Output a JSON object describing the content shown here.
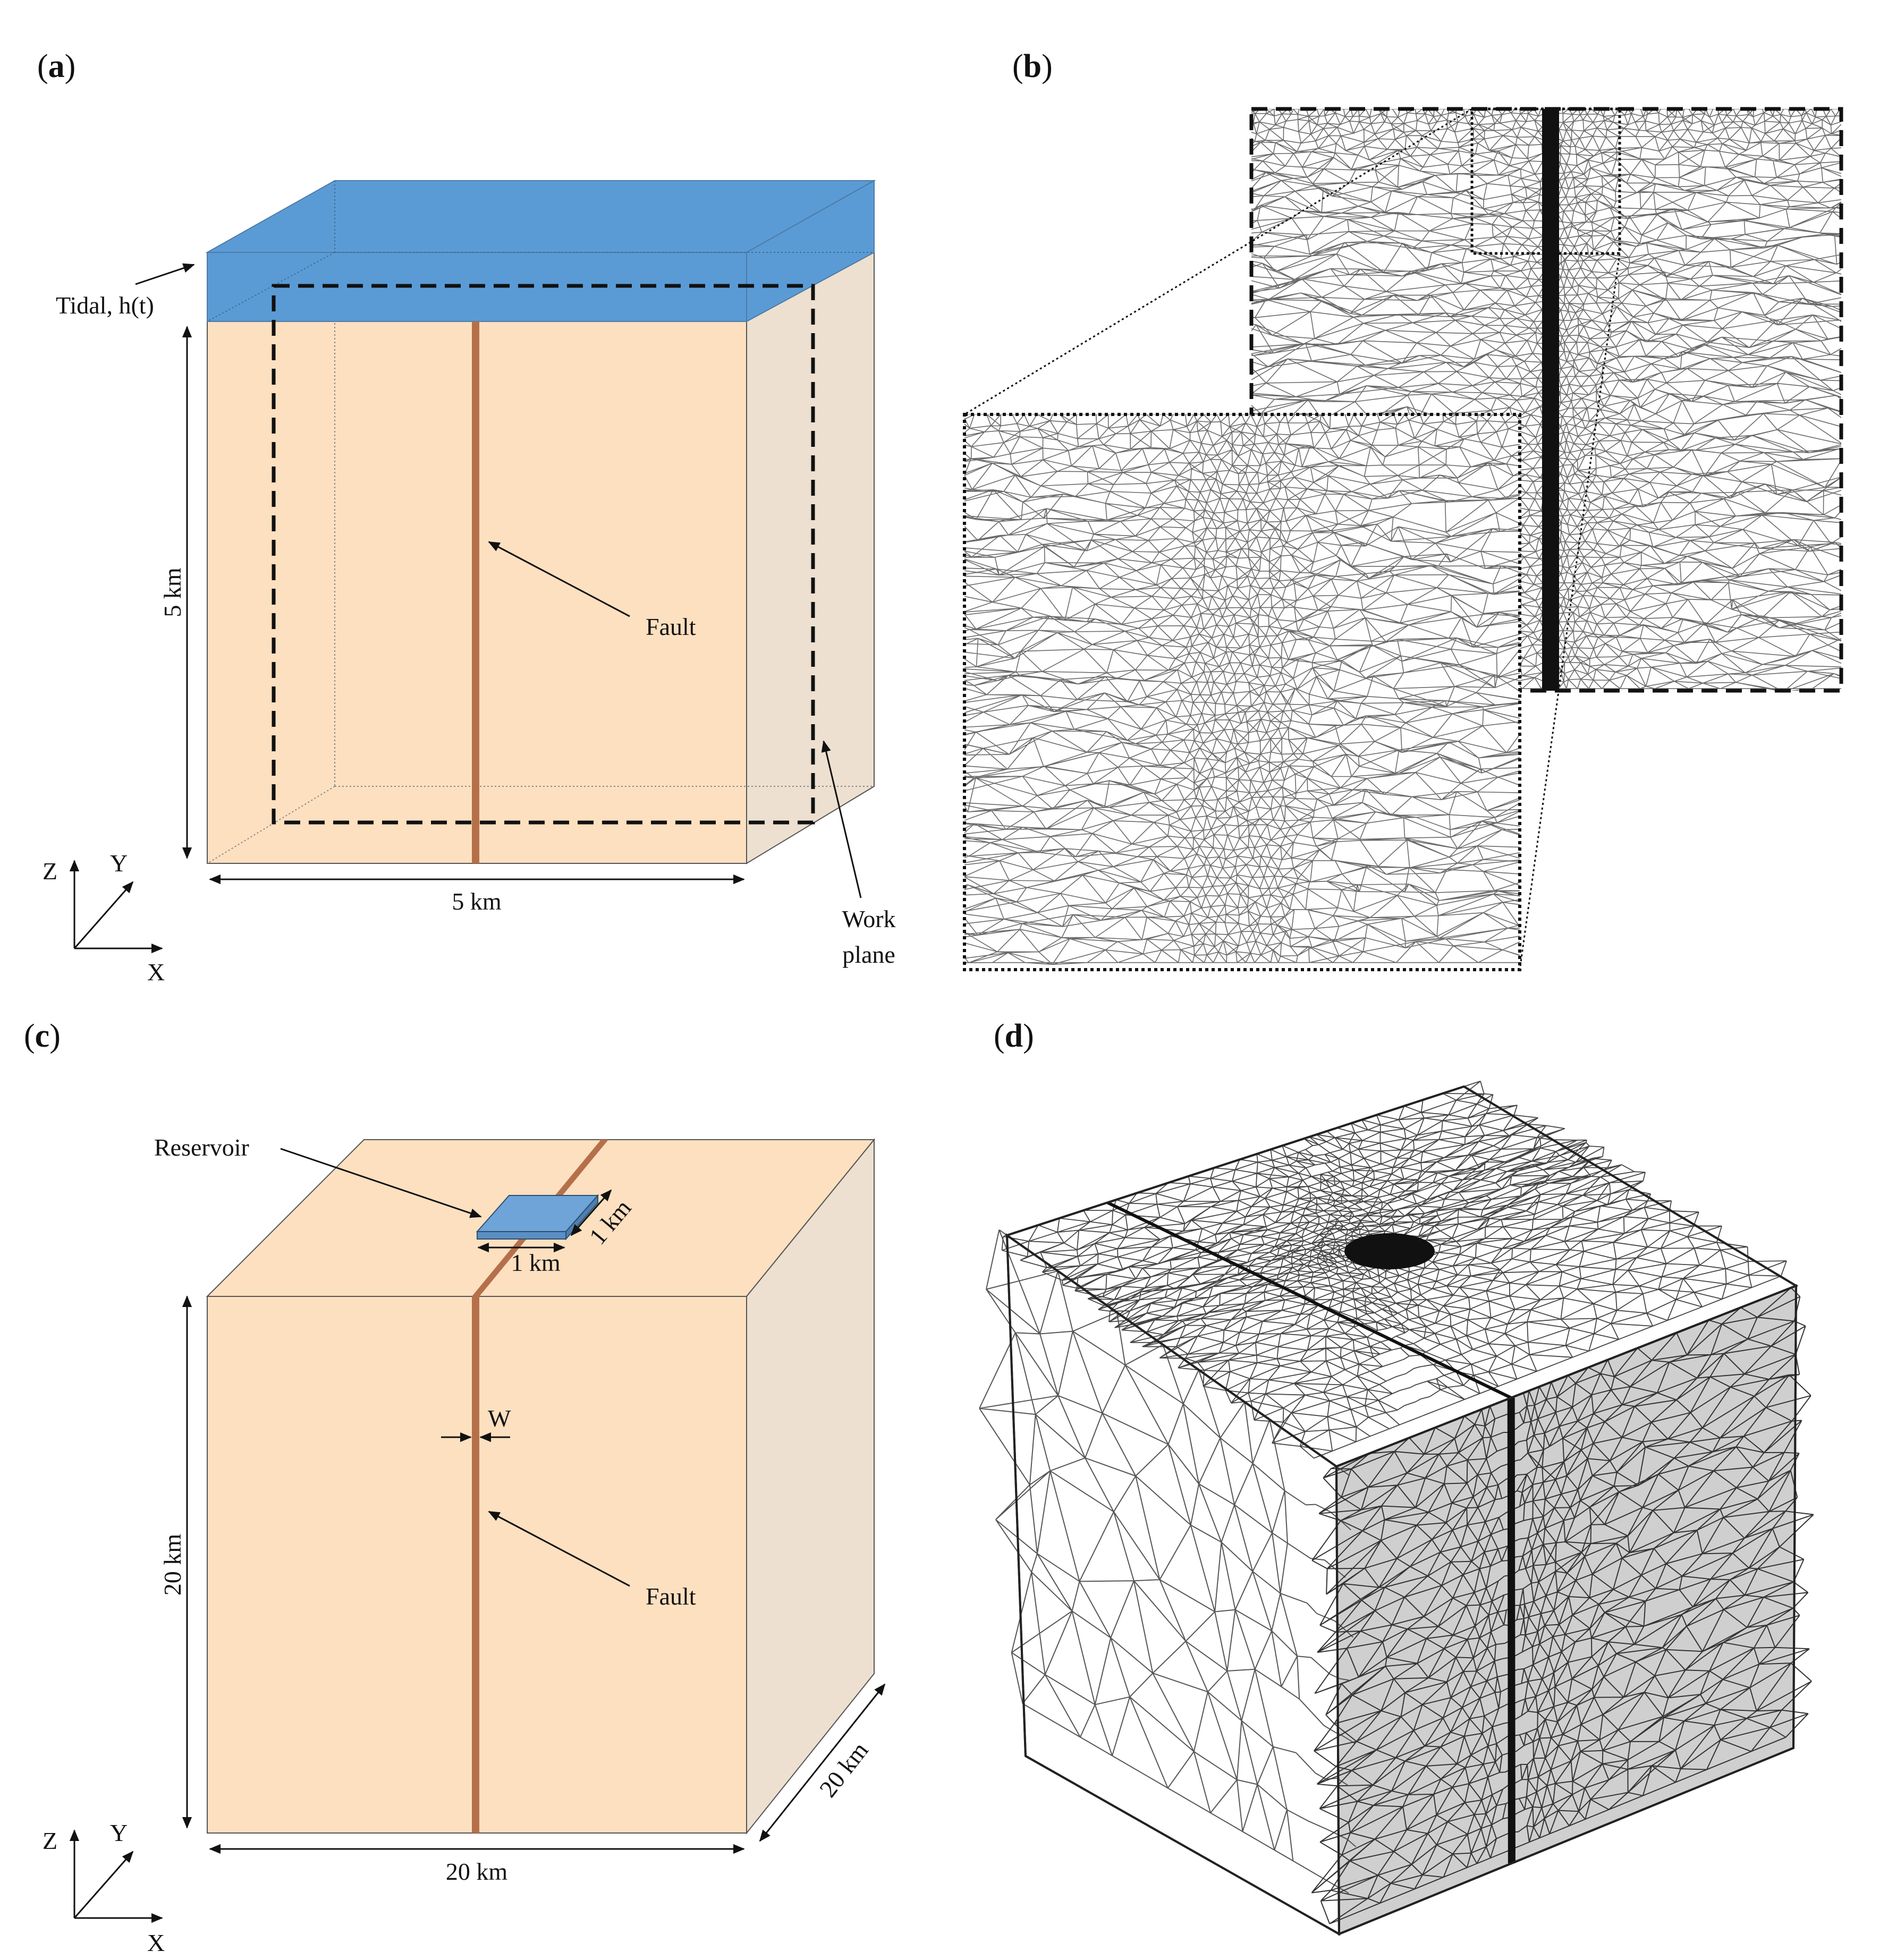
{
  "panels": {
    "a": {
      "label_open": "(",
      "label": "a",
      "label_close": ")",
      "tidal": "Tidal, h(t)",
      "height": "5 km",
      "width": "5 km",
      "fault": "Fault",
      "work_plane_1": "Work",
      "work_plane_2": "plane",
      "axis_z": "Z",
      "axis_y": "Y",
      "axis_x": "X"
    },
    "b": {
      "label_open": "(",
      "label": "b",
      "label_close": ")"
    },
    "c": {
      "label_open": "(",
      "label": "c",
      "label_close": ")",
      "reservoir": "Reservoir",
      "res_width": "1 km",
      "res_depth": "1 km",
      "w": "W",
      "fault": "Fault",
      "height": "20 km",
      "width": "20 km",
      "depth": "20 km",
      "axis_z": "Z",
      "axis_y": "Y",
      "axis_x": "X"
    },
    "d": {
      "label_open": "(",
      "label": "d",
      "label_close": ")"
    }
  },
  "colors": {
    "rock_front": "#fde0c0",
    "rock_side": "#ede0d0",
    "water": "#5b9bd5",
    "reservoir": "#6fa4d8",
    "fault": "#b5704a",
    "mesh_shade": "#cfcfcf"
  }
}
